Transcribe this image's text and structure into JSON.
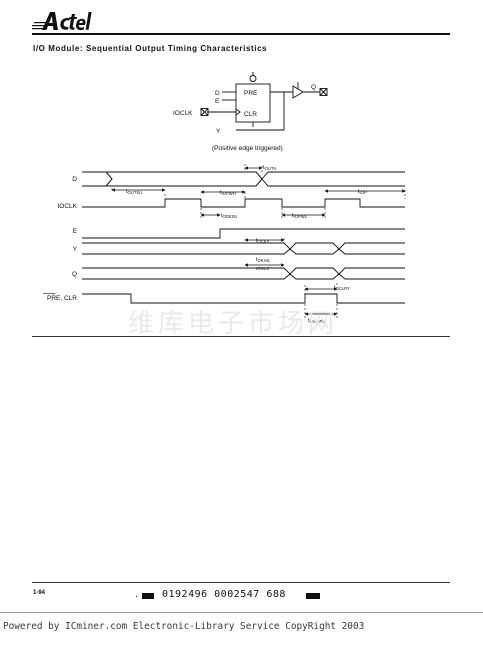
{
  "header": {
    "brand": "Actel",
    "section_title": "I/O Module: Sequential Output Timing Characteristics"
  },
  "schematic": {
    "pin_d": "D",
    "pin_e": "E",
    "pin_pre": "PRE",
    "pin_clr": "CLR",
    "pin_ioclk": "IOCLK",
    "pin_y": "Y",
    "pin_q": "Q",
    "caption": "(Positive edge triggered)"
  },
  "timing": {
    "signals": [
      "D",
      "IOCLK",
      "E",
      "Y",
      "Q",
      "PRE, CLR"
    ],
    "params": {
      "outh": "OUTH",
      "outsu": "OUTSU",
      "iopwh": "IOPWH",
      "iop": "IOP",
      "oodesu": "ODESU",
      "iopwl": "IOPWL",
      "ocky": "OCKY",
      "okhs": "OKHS,",
      "okls": "tCKLS",
      "oclry": "OCLRY",
      "ioaspw": "IOASPW"
    }
  },
  "watermark": "维库电子市场网",
  "footer": {
    "page_number": "1-94",
    "barcode_text": "0192496 0002547 688",
    "credit": "Powered by ICminer.com Electronic-Library Service CopyRight 2003"
  }
}
